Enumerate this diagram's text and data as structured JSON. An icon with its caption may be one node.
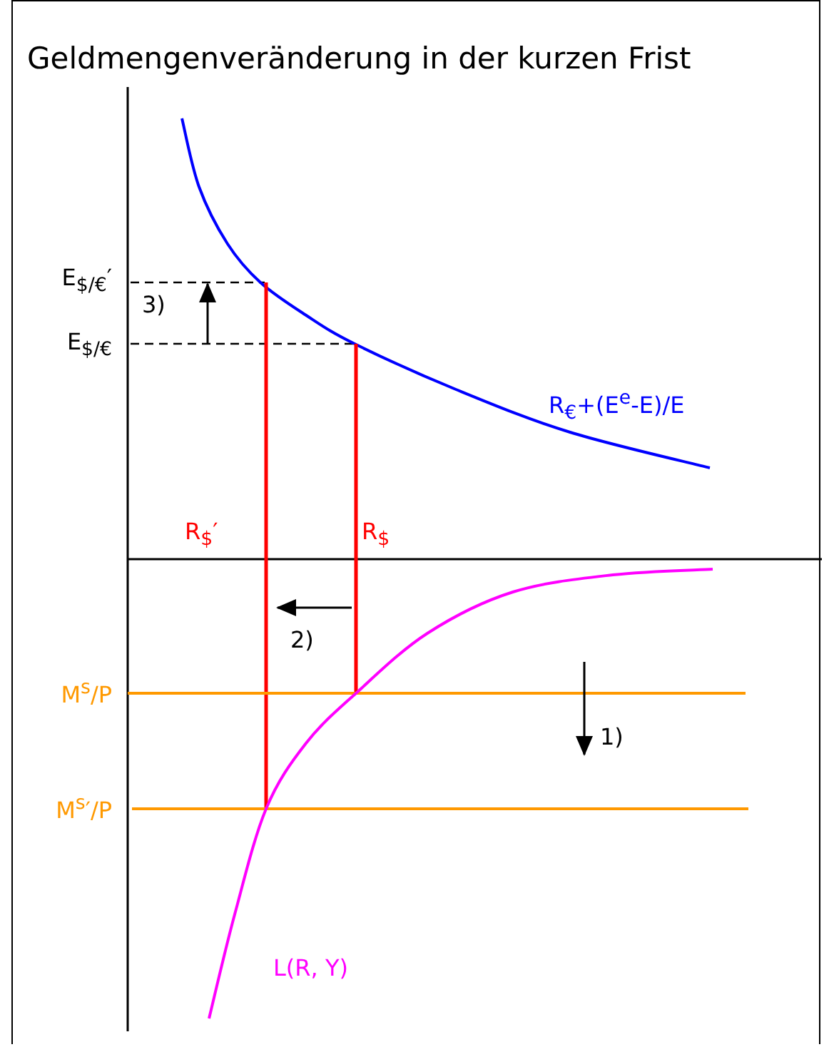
{
  "diagram": {
    "title": "Geldmengenveränderung in der kurzen Frist",
    "labels": [
      "E$_{$/€}$′",
      "3)",
      "E$_{$/€}$",
      "R$_{€}$+(E$^{e}$-E)/E",
      "R$_{$}$′",
      "R$_{$}$",
      "2)",
      "M$^{s}$/P",
      "1)",
      "M$^{s}$′/P",
      "L(R, Y)"
    ]
  }
}
